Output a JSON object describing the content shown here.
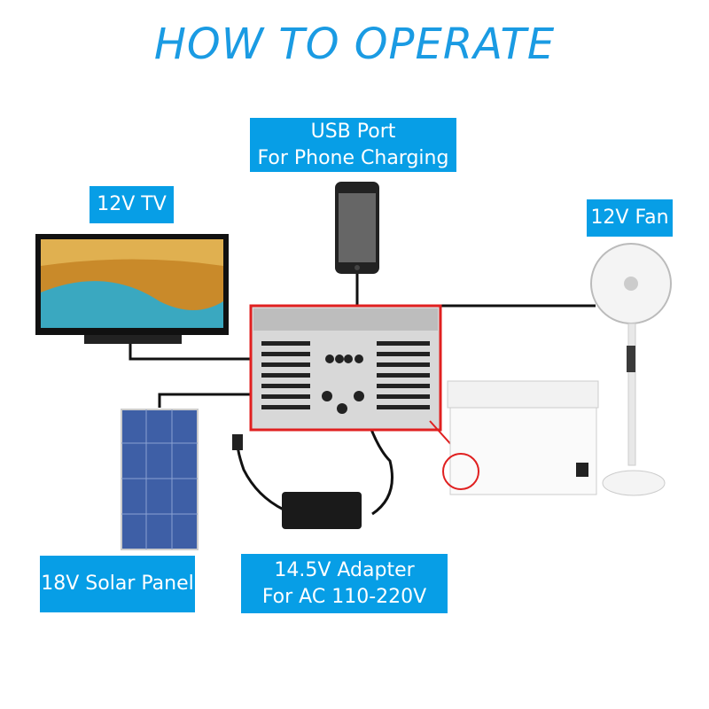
{
  "title": "HOW TO OPERATE",
  "labels": {
    "usb": {
      "line1": "USB Port",
      "line2": "For Phone Charging"
    },
    "tv": "12V TV",
    "fan": "12V Fan",
    "solar": "18V Solar Panel",
    "adapter": {
      "line1": "14.5V Adapter",
      "line2": "For AC 110-220V"
    }
  },
  "colors": {
    "accent": "#079ee6",
    "highlight": "#e02020"
  }
}
